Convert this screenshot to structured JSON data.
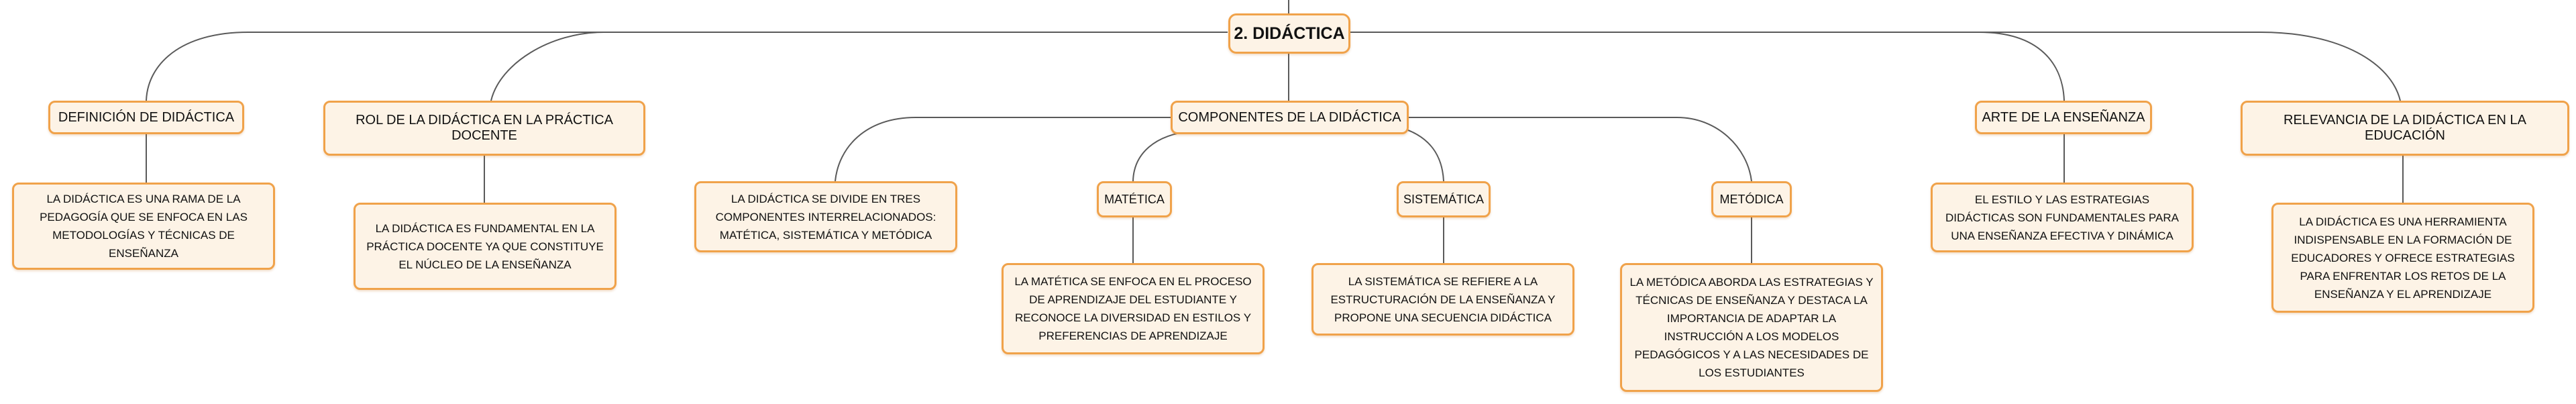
{
  "root": "2. DIDÁCTICA",
  "definicion": {
    "title": "DEFINICIÓN DE DIDÁCTICA",
    "text": "LA DIDÁCTICA ES UNA RAMA DE LA PEDAGOGÍA QUE SE ENFOCA EN LAS METODOLOGÍAS Y TÉCNICAS DE ENSEÑANZA"
  },
  "rol": {
    "title": "ROL DE LA DIDÁCTICA EN LA PRÁCTICA DOCENTE",
    "text": "LA DIDÁCTICA ES FUNDAMENTAL EN LA PRÁCTICA DOCENTE YA QUE CONSTITUYE EL NÚCLEO DE LA ENSEÑANZA"
  },
  "componentes": {
    "title": "COMPONENTES DE LA DIDÁCTICA",
    "text": "LA DIDÁCTICA SE DIVIDE EN TRES COMPONENTES INTERRELACIONADOS: MATÉTICA, SISTEMÁTICA Y METÓDICA",
    "matetica": {
      "title": "MATÉTICA",
      "text": "LA MATÉTICA SE ENFOCA EN EL PROCESO DE APRENDIZAJE DEL ESTUDIANTE Y RECONOCE LA DIVERSIDAD EN ESTILOS Y PREFERENCIAS DE APRENDIZAJE"
    },
    "sistematica": {
      "title": "SISTEMÁTICA",
      "text": "LA SISTEMÁTICA SE REFIERE A LA ESTRUCTURACIÓN DE LA ENSEÑANZA Y PROPONE UNA SECUENCIA DIDÁCTICA"
    },
    "metodica": {
      "title": "METÓDICA",
      "text": "LA METÓDICA ABORDA LAS ESTRATEGIAS Y TÉCNICAS DE ENSEÑANZA Y DESTACA LA IMPORTANCIA DE ADAPTAR LA INSTRUCCIÓN A LOS MODELOS PEDAGÓGICOS Y A LAS NECESIDADES DE LOS ESTUDIANTES"
    }
  },
  "arte": {
    "title": "ARTE DE LA ENSEÑANZA",
    "text": "EL ESTILO Y LAS ESTRATEGIAS DIDÁCTICAS SON FUNDAMENTALES PARA UNA ENSEÑANZA EFECTIVA Y DINÁMICA"
  },
  "relevancia": {
    "title": "RELEVANCIA DE LA DIDÁCTICA EN LA EDUCACIÓN",
    "text": "LA DIDÁCTICA ES UNA HERRAMIENTA INDISPENSABLE EN LA FORMACIÓN DE EDUCADORES Y OFRECE ESTRATEGIAS PARA ENFRENTAR LOS RETOS DE LA ENSEÑANZA Y EL APRENDIZAJE"
  }
}
